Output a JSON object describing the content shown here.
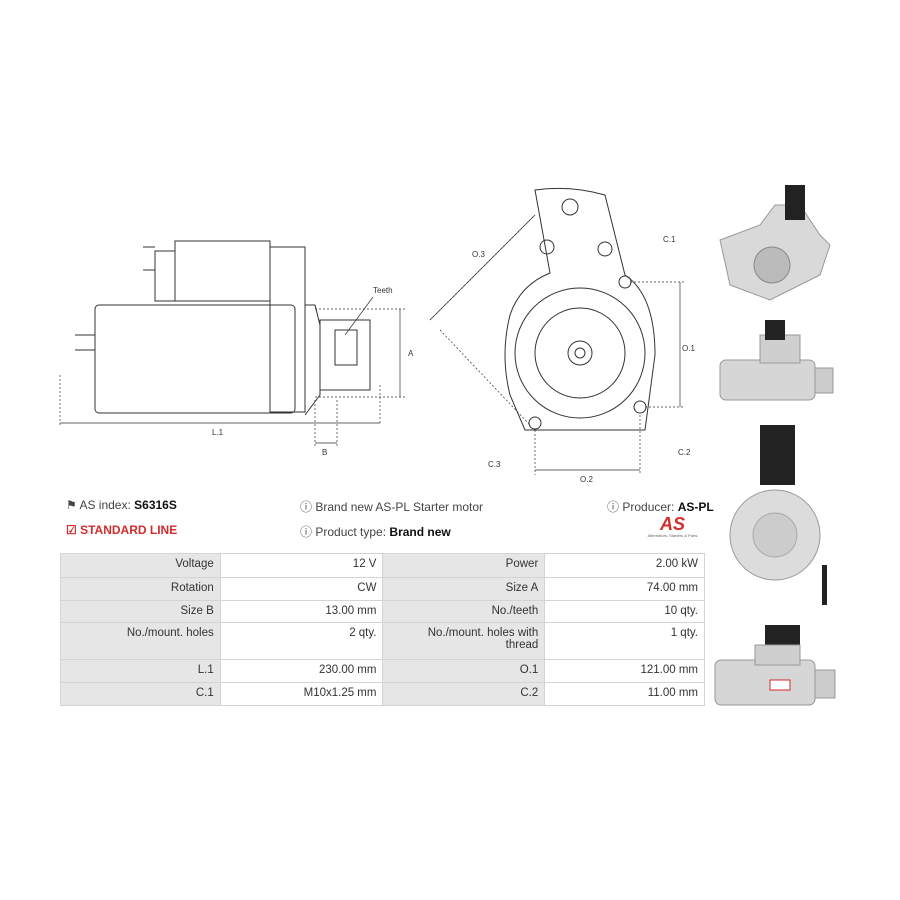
{
  "diagram_labels": {
    "teeth": "Teeth",
    "a": "A",
    "b": "B",
    "l1": "L.1",
    "o1": "O.1",
    "o2": "O.2",
    "o3": "O.3",
    "c1": "C.1",
    "c2": "C.2",
    "c3": "C.3"
  },
  "info": {
    "as_index_label": "AS index:",
    "as_index_value": "S6316S",
    "line": "STANDARD LINE",
    "description": "Brand new AS-PL Starter motor",
    "product_type_label": "Product type:",
    "product_type_value": "Brand new",
    "producer_label": "Producer:",
    "producer_value": "AS-PL",
    "logo_text": "AS",
    "logo_tagline": "Alternators, Starters & Parts"
  },
  "specs": [
    [
      "Voltage",
      "12 V",
      "Power",
      "2.00 kW"
    ],
    [
      "Rotation",
      "CW",
      "Size A",
      "74.00 mm"
    ],
    [
      "Size B",
      "13.00 mm",
      "No./teeth",
      "10 qty."
    ],
    [
      "No./mount. holes",
      "2 qty.",
      "No./mount. holes with thread",
      "1 qty."
    ],
    [
      "L.1",
      "230.00 mm",
      "O.1",
      "121.00 mm"
    ],
    [
      "C.1",
      "M10x1.25 mm",
      "C.2",
      "11.00 mm"
    ]
  ],
  "colors": {
    "accent": "#d42b2b",
    "header_cell": "#e6e6e6",
    "border": "#d4d4d4"
  }
}
